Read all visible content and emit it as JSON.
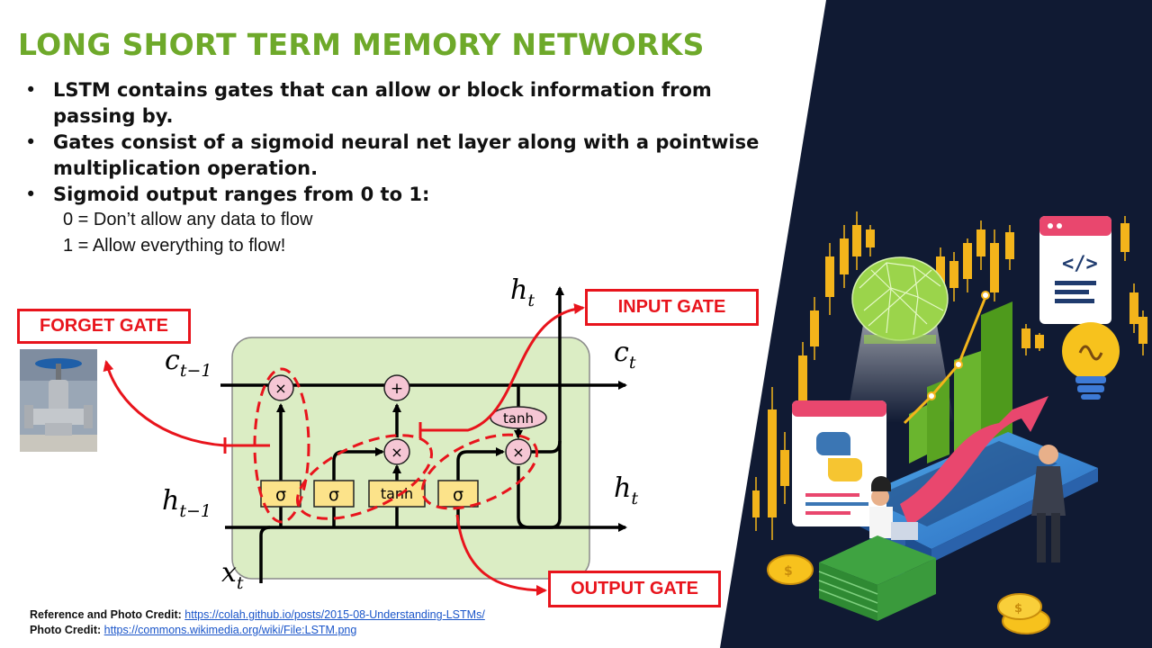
{
  "slide": {
    "title": "LONG SHORT TERM MEMORY NETWORKS",
    "bullets": [
      "LSTM contains gates that can allow or block information from passing by.",
      "Gates consist of a sigmoid neural net layer along with a pointwise multiplication operation.",
      "Sigmoid output ranges from 0 to 1:"
    ],
    "sub_items": [
      "0 = Don’t allow any data to flow",
      "1 = Allow everything to flow!"
    ]
  },
  "callouts": {
    "forget": "FORGET GATE",
    "input": "INPUT GATE",
    "output": "OUTPUT GATE"
  },
  "diagram": {
    "labels": {
      "c_prev": "t−1",
      "c_next": "t",
      "h_prev": "t−1",
      "h_next": "t",
      "h_top": "t",
      "x_in": "t",
      "var_c": "c",
      "var_h": "h",
      "var_x": "x"
    },
    "gate_boxes": [
      "σ",
      "σ",
      "tanh",
      "σ"
    ],
    "ops": {
      "multiply": "×",
      "add": "+",
      "tanh": "tanh"
    },
    "colors": {
      "cell": "#dbedc4",
      "gate": "#fce38a",
      "op": "#f5c6d4",
      "callout": "#e8141c"
    }
  },
  "credits": {
    "ref_label": "Reference and Photo Credit:",
    "ref_link": "https://colah.github.io/posts/2015-08-Understanding-LSTMs/",
    "photo_label": "Photo Credit:",
    "photo_link": "https://commons.wikimedia.org/wiki/File:LSTM.png"
  },
  "illustration": {
    "icons": [
      "candlestick-chart-icon",
      "code-window-icon",
      "lightbulb-icon",
      "python-logo-icon",
      "laptop-icon",
      "coin-icon",
      "cash-stack-icon",
      "person-icon"
    ]
  }
}
